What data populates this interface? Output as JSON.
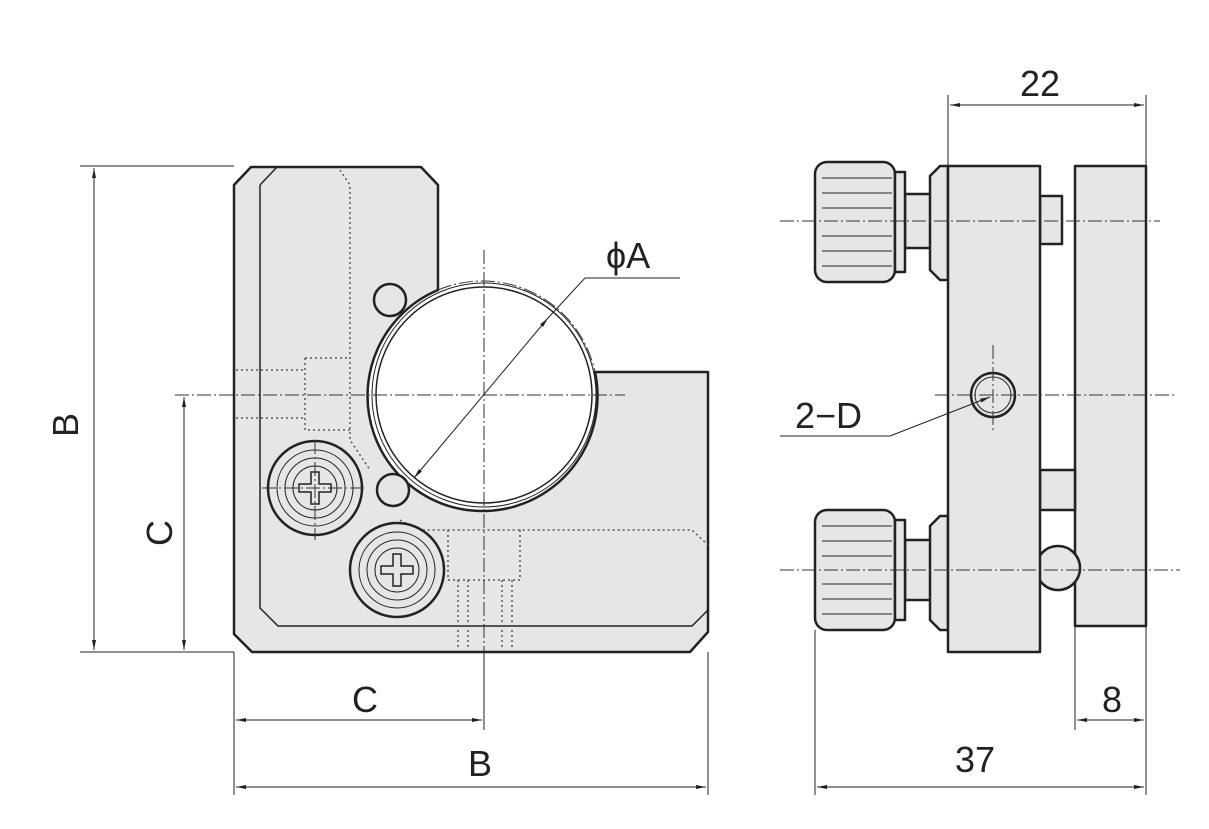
{
  "labels": {
    "bore_diameter": "ϕA",
    "hole_spec": "2−D",
    "height_left": "B",
    "center_height": "C",
    "center_width": "C",
    "width_bottom": "B",
    "thickness_top": "22",
    "plate_thickness": "8",
    "total_depth": "37"
  },
  "colors": {
    "body_fill": "#e6e6e6",
    "line": "#222222"
  }
}
